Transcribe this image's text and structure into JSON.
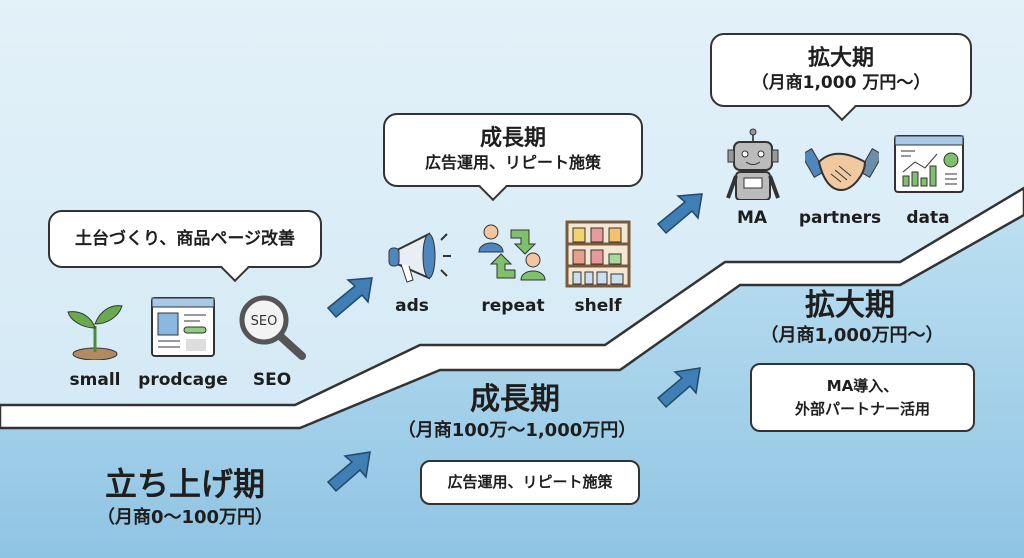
{
  "stage1": {
    "bubble": "土台づくり、商品ページ改善",
    "icons": [
      {
        "name": "sprout-icon",
        "label": "small"
      },
      {
        "name": "product-page-icon",
        "label": "prodcage"
      },
      {
        "name": "seo-magnifier-icon",
        "label": "SEO"
      }
    ],
    "title": "立ち上げ期",
    "subtitle": "（月商0〜100万円）"
  },
  "stage2": {
    "bubble_title": "成長期",
    "bubble_text": "広告運用、リピート施策",
    "icons": [
      {
        "name": "megaphone-icon",
        "label": "ads"
      },
      {
        "name": "repeat-customers-icon",
        "label": "repeat"
      },
      {
        "name": "shelf-icon",
        "label": "shelf"
      }
    ],
    "title": "成長期",
    "subtitle": "（月商100万〜1,000万円）",
    "box": "広告運用、リピート施策"
  },
  "stage3": {
    "bubble_title": "拡大期",
    "bubble_text": "（月商1,000 万円〜）",
    "icons": [
      {
        "name": "robot-icon",
        "label": "MA"
      },
      {
        "name": "handshake-icon",
        "label": "partners"
      },
      {
        "name": "data-dashboard-icon",
        "label": "data"
      }
    ],
    "title": "拡大期",
    "subtitle": "（月商1,000万円〜）",
    "box_line1": "MA導入、",
    "box_line2": "外部パートナー活用"
  },
  "colors": {
    "sky": "#d8edf8",
    "ground": "#a8d2ea",
    "arrow": "#3f7fb5"
  }
}
